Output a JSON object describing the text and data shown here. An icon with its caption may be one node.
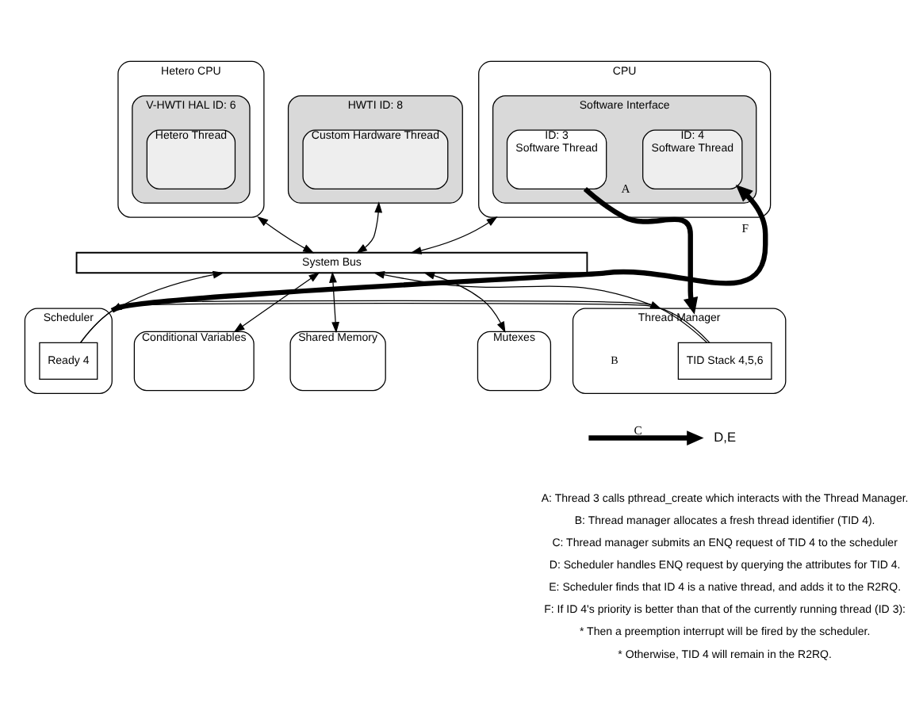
{
  "diagram": {
    "nodes": [
      {
        "text": [
          "CPU"
        ]
      },
      {
        "text": [
          "Software Interface"
        ],
        "in": 0
      },
      {
        "text": [
          "ID: 3",
          "Software Thread"
        ],
        "in": 1
      },
      {
        "text": [
          "ID: 4",
          "Software Thread"
        ],
        "in": 1
      },
      {
        "text": [
          "Hetero CPU"
        ]
      },
      {
        "text": [
          "V-HWTI HAL ID: 6"
        ],
        "in": 4
      },
      {
        "text": [
          "Hetero Thread"
        ],
        "in": 5
      },
      {
        "text": [
          "HWTI ID: 8"
        ]
      },
      {
        "text": [
          "Custom Hardware Thread"
        ],
        "in": 7
      },
      {
        "text": [
          "System Bus"
        ]
      },
      {
        "text": [
          "Mutexes"
        ]
      },
      {
        "text": [
          "Thread Manager"
        ],
        "beside": [
          "B"
        ]
      },
      {
        "text": [
          "TID Stack 4,5,6"
        ],
        "in": 11
      },
      {
        "text": [
          "Scheduler"
        ]
      },
      {
        "text": [
          "Ready 4"
        ],
        "in": 13
      },
      {
        "text": [
          "Conditional Variables"
        ]
      },
      {
        "text": [
          "Shared Memory"
        ]
      },
      {
        "text": [
          "D,E"
        ]
      }
    ],
    "edges": [
      {
        "from": 9,
        "to": 0,
        "arrow": "both"
      },
      {
        "from": 9,
        "to": 4,
        "arrow": "both"
      },
      {
        "from": 9,
        "to": 7,
        "arrow": "both"
      },
      {
        "from": 9,
        "to": 10,
        "arrow": "both"
      },
      {
        "from": 9,
        "to": 11,
        "arrow": "both"
      },
      {
        "from": 9,
        "to": 13,
        "arrow": "both"
      },
      {
        "from": 9,
        "to": 15,
        "arrow": "both"
      },
      {
        "from": 9,
        "to": 16,
        "arrow": "both"
      },
      {
        "from": 2,
        "to": 11,
        "arrow": "to",
        "label": "A",
        "style": "thick"
      },
      {
        "from": 13,
        "to": 3,
        "arrow": "to",
        "label": "F",
        "style": "thick"
      },
      {
        "from": 11,
        "to": 13,
        "arrow": "none"
      },
      {
        "from": null,
        "to": 17,
        "arrow": "to",
        "label": "C",
        "style": "thick"
      }
    ],
    "labels": [
      "A: Thread 3 calls pthread_create which interacts with the Thread Manager.",
      "B: Thread manager allocates a fresh thread identifier (TID 4).",
      "C: Thread manager submits an ENQ request of TID 4 to the scheduler",
      "D: Scheduler handles ENQ request by querying the attributes for TID 4.",
      "E: Scheduler finds that ID 4 is a native thread, and adds it to the R2RQ.",
      "F: If ID 4's priority is better than that of the currently running thread (ID 3):",
      "* Then a preemption interrupt will be fired by the scheduler.",
      "* Otherwise, TID 4 will remain in the R2RQ."
    ]
  }
}
